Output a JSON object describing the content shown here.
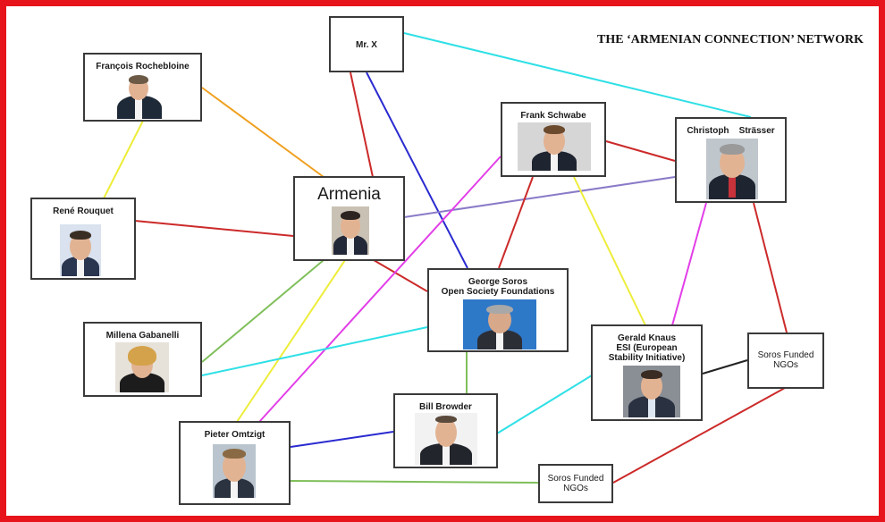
{
  "title": "THE ‘ARMENIAN CONNECTION’ NETWORK",
  "colors": {
    "frame": "#e8141b",
    "red": "#cc2a2a",
    "blue": "#2a2ad0",
    "cyan": "#2ee0e6",
    "orange": "#f0a020",
    "yellow": "#eded3a",
    "purple": "#8a7ac8",
    "magenta": "#e23ee8",
    "green": "#7fbf5a",
    "black": "#222222",
    "box_border": "#3a3a3a"
  },
  "nodes": {
    "mrx": {
      "label": "Mr. X"
    },
    "rochebloine": {
      "label": "François Rochebloine",
      "photo_icon": "person-photo-icon"
    },
    "rouquet": {
      "label": "René Rouquet",
      "photo_icon": "person-photo-icon"
    },
    "armenia": {
      "label": "Armenia",
      "photo_icon": "person-photo-icon"
    },
    "schwabe": {
      "label": "Frank Schwabe",
      "photo_icon": "person-photo-icon"
    },
    "strasser": {
      "label": "Christoph    Strässer",
      "photo_icon": "person-photo-icon"
    },
    "soros": {
      "label": "George Soros\nOpen Society Foundations",
      "photo_icon": "person-photo-icon"
    },
    "gabanelli": {
      "label": "Millena Gabanelli",
      "photo_icon": "person-photo-icon"
    },
    "knaus": {
      "label": "Gerald Knaus\nESI (European\nStability Initiative)",
      "photo_icon": "person-photo-icon"
    },
    "ngos1": {
      "label": "Soros Funded\nNGOs"
    },
    "browder": {
      "label": "Bill Browder",
      "photo_icon": "person-photo-icon"
    },
    "omtzigt": {
      "label": "Pieter Omtzigt",
      "photo_icon": "person-photo-icon"
    },
    "ngos2": {
      "label": "Soros Funded\nNGOs"
    }
  }
}
